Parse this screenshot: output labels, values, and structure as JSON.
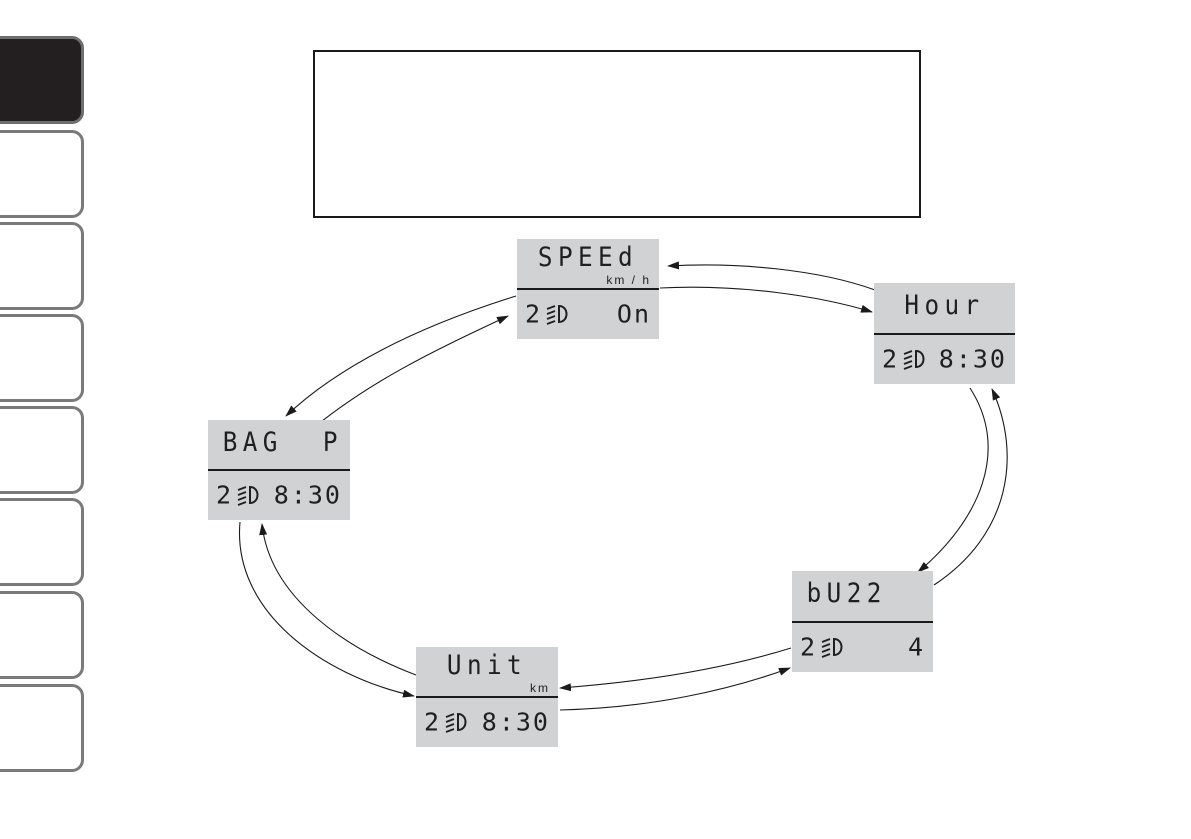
{
  "colors": {
    "lcd_background": "#d1d2d4",
    "active_tab": "#231f20",
    "tab_border": "#7a7a7a",
    "line": "#1a1a1a"
  },
  "side_tabs": [
    {
      "active": true
    },
    {
      "active": false
    },
    {
      "active": false
    },
    {
      "active": false
    },
    {
      "active": false
    },
    {
      "active": false
    },
    {
      "active": false
    },
    {
      "active": false
    }
  ],
  "screens": {
    "speed": {
      "title": "SPEEd",
      "unit": "km / h",
      "level": "2",
      "icon": "headlight-beam-icon",
      "value": "On"
    },
    "hour": {
      "title": "Hour",
      "unit": "",
      "level": "2",
      "icon": "headlight-beam-icon",
      "value": "8:30"
    },
    "buzz": {
      "title": "bU22",
      "unit": "",
      "level": "2",
      "icon": "headlight-beam-icon",
      "value": "4"
    },
    "unit": {
      "title": "Unit",
      "unit": "km",
      "level": "2",
      "icon": "headlight-beam-icon",
      "value": "8:30"
    },
    "bag": {
      "title": "BAG  P",
      "unit": "",
      "level": "2",
      "icon": "headlight-beam-icon",
      "value": "8:30"
    }
  }
}
